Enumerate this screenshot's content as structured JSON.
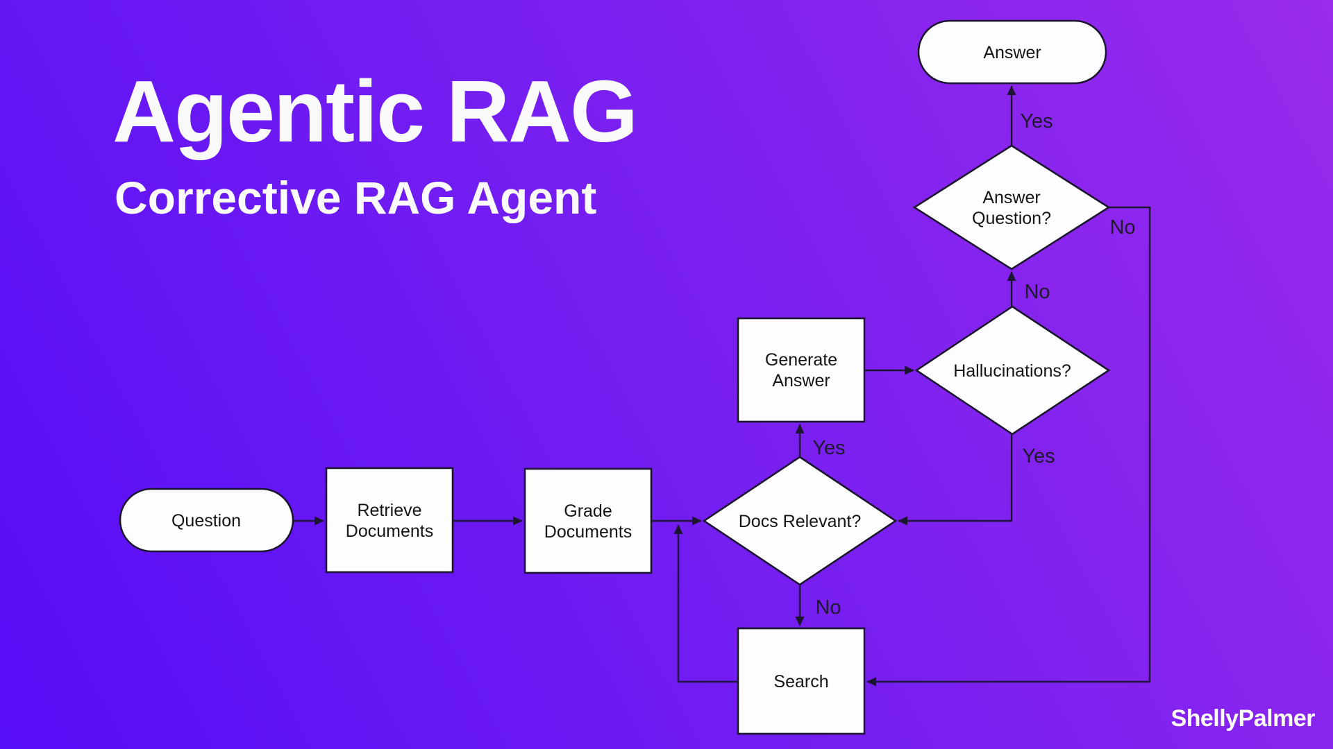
{
  "header": {
    "title": "Agentic RAG",
    "subtitle": "Corrective RAG Agent"
  },
  "watermark": "ShellyPalmer",
  "colors": {
    "background_gradient_start": "#560df7",
    "background_gradient_mid": "#741ef1",
    "background_gradient_end": "#9a2aec",
    "node_fill": "#fdfdfd",
    "node_stroke": "#1c1530",
    "text_light": "#fafafa",
    "text_dark": "#151515"
  },
  "flowchart": {
    "nodes": {
      "question": {
        "label": "Question",
        "shape": "stadium"
      },
      "retrieve_documents": {
        "line1": "Retrieve",
        "line2": "Documents",
        "shape": "process"
      },
      "grade_documents": {
        "line1": "Grade",
        "line2": "Documents",
        "shape": "process"
      },
      "docs_relevant": {
        "label": "Docs Relevant?",
        "shape": "decision"
      },
      "generate_answer": {
        "line1": "Generate",
        "line2": "Answer",
        "shape": "process"
      },
      "hallucinations": {
        "label": "Hallucinations?",
        "shape": "decision"
      },
      "answer_question": {
        "line1": "Answer",
        "line2": "Question?",
        "shape": "decision"
      },
      "answer": {
        "label": "Answer",
        "shape": "stadium"
      },
      "search": {
        "label": "Search",
        "shape": "process"
      }
    },
    "edge_labels": {
      "docs_relevant_yes": "Yes",
      "docs_relevant_no": "No",
      "hallucinations_no": "No",
      "hallucinations_yes": "Yes",
      "answer_question_yes": "Yes",
      "answer_question_no": "No"
    }
  }
}
